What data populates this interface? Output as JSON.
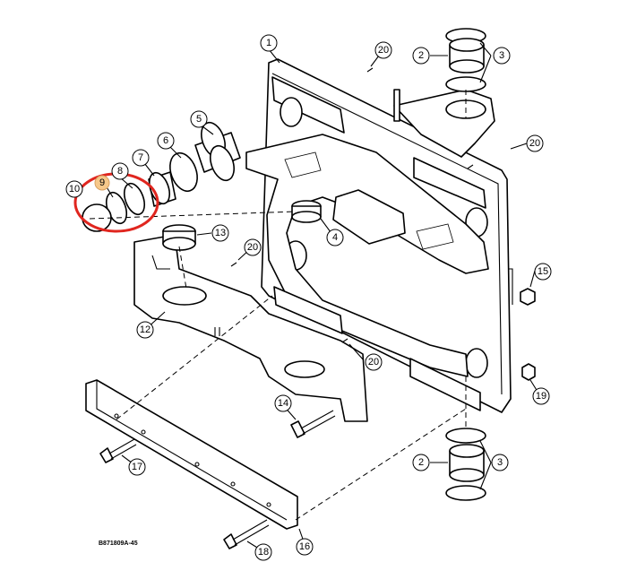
{
  "diagram": {
    "drawing_code": "B871809A-45",
    "highlight_color": "#e0261f",
    "highlight_badge_color": "#f6c88a",
    "highlighted_part": "9",
    "callouts": [
      {
        "id": "c1",
        "label": "1"
      },
      {
        "id": "c2a",
        "label": "2"
      },
      {
        "id": "c3a",
        "label": "3"
      },
      {
        "id": "c2b",
        "label": "2"
      },
      {
        "id": "c3b",
        "label": "3"
      },
      {
        "id": "c4",
        "label": "4"
      },
      {
        "id": "c5",
        "label": "5"
      },
      {
        "id": "c6",
        "label": "6"
      },
      {
        "id": "c7",
        "label": "7"
      },
      {
        "id": "c8",
        "label": "8"
      },
      {
        "id": "c9",
        "label": "9"
      },
      {
        "id": "c10",
        "label": "10"
      },
      {
        "id": "c12",
        "label": "12"
      },
      {
        "id": "c13",
        "label": "13"
      },
      {
        "id": "c14",
        "label": "14"
      },
      {
        "id": "c15",
        "label": "15"
      },
      {
        "id": "c16",
        "label": "16"
      },
      {
        "id": "c17",
        "label": "17"
      },
      {
        "id": "c18",
        "label": "18"
      },
      {
        "id": "c19",
        "label": "19"
      },
      {
        "id": "c20a",
        "label": "20"
      },
      {
        "id": "c20b",
        "label": "20"
      },
      {
        "id": "c20c",
        "label": "20"
      },
      {
        "id": "c20d",
        "label": "20"
      }
    ]
  }
}
